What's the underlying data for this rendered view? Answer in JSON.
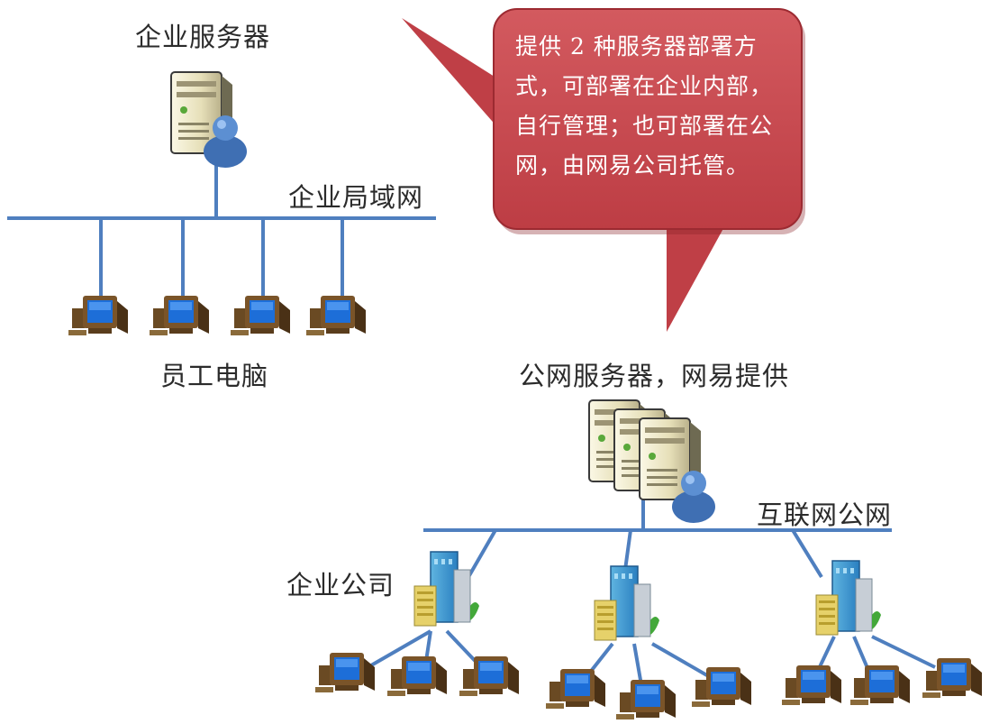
{
  "labels": {
    "enterprise_server": "企业服务器",
    "enterprise_lan": "企业局域网",
    "employee_pcs": "员工电脑",
    "public_server": "公网服务器，网易提供",
    "internet": "互联网公网",
    "enterprise_company": "企业公司"
  },
  "callout": {
    "text": "提供 2 种服务器部署方式，可部署在企业内部，自行管理；也可部署在公网，由网易公司托管。"
  },
  "colors": {
    "line": "#4f7fbf",
    "callout_fill": "#c94a50",
    "callout_stroke": "#8a2228",
    "monitor_screen": "#1d6ed8",
    "monitor_body": "#6a4a23",
    "server_body": "#ece6c8"
  },
  "icons": [
    "server-user-icon",
    "server-cluster-icon",
    "computer-icon",
    "office-building-icon"
  ]
}
